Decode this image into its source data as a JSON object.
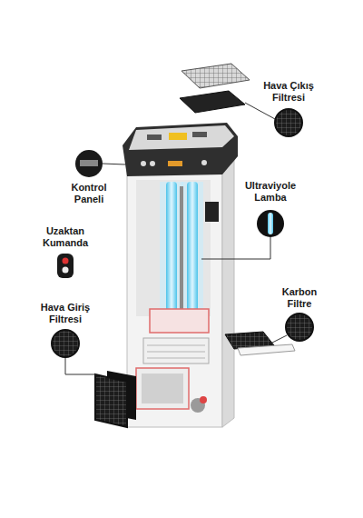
{
  "diagram": {
    "labels": [
      "Hava Çıkış Filtresi",
      "Kontrol Paneli",
      "Ultraviyole Lamba",
      "Uzaktan Kumanda",
      "Karbon Filtre",
      "Hava Giriş Filtresi"
    ]
  }
}
